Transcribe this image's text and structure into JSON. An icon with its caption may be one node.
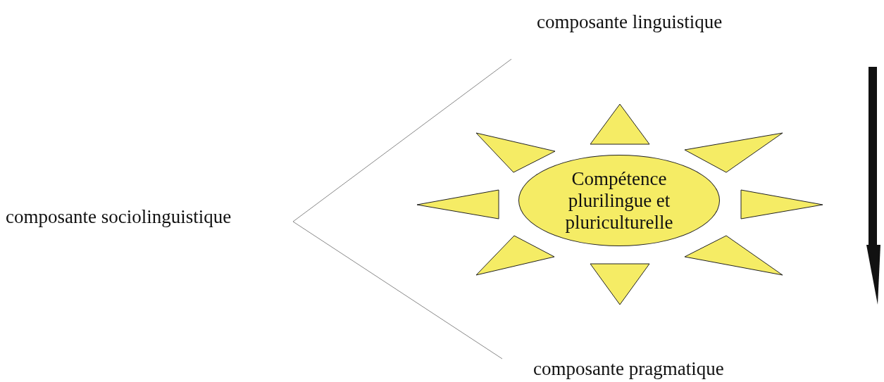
{
  "diagram": {
    "nodes": [
      {
        "text": [
          "composante linguistique"
        ]
      },
      {
        "text": [
          "composante sociolinguistique"
        ]
      },
      {
        "text": [
          "Compétence plurilingue et pluriculturelle"
        ]
      },
      {
        "text": [
          "composante pragmatique"
        ]
      }
    ],
    "edges": [
      {
        "from": 1,
        "to": 0,
        "arrow": "none"
      },
      {
        "from": 1,
        "to": 3,
        "arrow": "none"
      }
    ]
  }
}
